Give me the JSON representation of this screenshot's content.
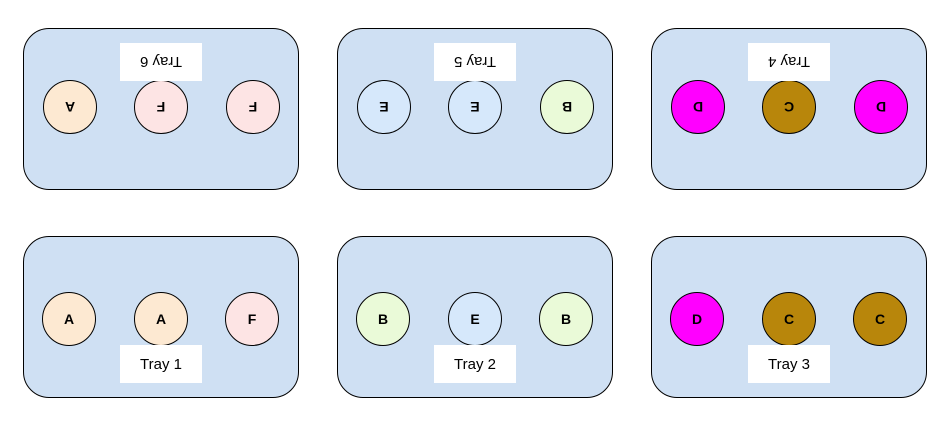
{
  "colors": {
    "tray_fill": "#cfe0f3",
    "A": "#fde9d2",
    "B": "#eafad8",
    "C": "#b8860b",
    "D": "#ff00ff",
    "E": "#d6e8fb",
    "F": "#fde4e4"
  },
  "trays": {
    "t1": {
      "label": "Tray 1",
      "items": [
        "A",
        "A",
        "F"
      ]
    },
    "t2": {
      "label": "Tray 2",
      "items": [
        "B",
        "E",
        "B"
      ]
    },
    "t3": {
      "label": "Tray 3",
      "items": [
        "D",
        "C",
        "C"
      ]
    },
    "t4": {
      "label": "Tray 4",
      "items": [
        "D",
        "C",
        "D"
      ]
    },
    "t5": {
      "label": "Tray 5",
      "items": [
        "B",
        "E",
        "E"
      ]
    },
    "t6": {
      "label": "Tray 6",
      "items": [
        "F",
        "F",
        "A"
      ]
    }
  }
}
